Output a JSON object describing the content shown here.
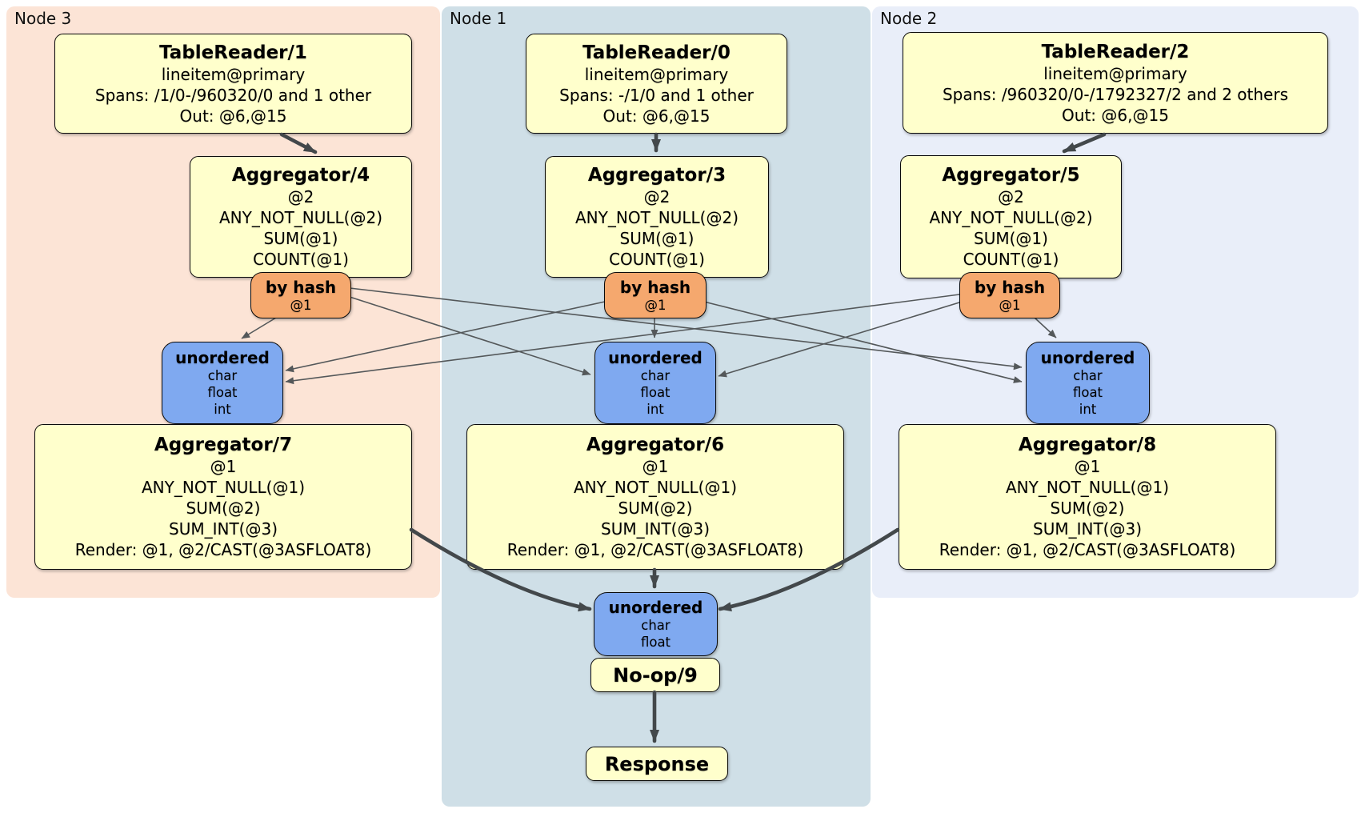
{
  "panels": {
    "node3": {
      "label": "Node 3",
      "color": "#fce4d6"
    },
    "node1": {
      "label": "Node 1",
      "color": "#cfdfe7"
    },
    "node2": {
      "label": "Node 2",
      "color": "#e9eef9"
    }
  },
  "boxes": {
    "tablereader1": {
      "title": "TableReader/1",
      "lines": [
        "lineitem@primary",
        "Spans: /1/0-/960320/0 and 1 other",
        "Out: @6,@15"
      ]
    },
    "tablereader0": {
      "title": "TableReader/0",
      "lines": [
        "lineitem@primary",
        "Spans: -/1/0 and 1 other",
        "Out: @6,@15"
      ]
    },
    "tablereader2": {
      "title": "TableReader/2",
      "lines": [
        "lineitem@primary",
        "Spans: /960320/0-/1792327/2 and 2 others",
        "Out: @6,@15"
      ]
    },
    "aggregator4": {
      "title": "Aggregator/4",
      "lines": [
        "@2",
        "ANY_NOT_NULL(@2)",
        "SUM(@1)",
        "COUNT(@1)"
      ]
    },
    "aggregator3": {
      "title": "Aggregator/3",
      "lines": [
        "@2",
        "ANY_NOT_NULL(@2)",
        "SUM(@1)",
        "COUNT(@1)"
      ]
    },
    "aggregator5": {
      "title": "Aggregator/5",
      "lines": [
        "@2",
        "ANY_NOT_NULL(@2)",
        "SUM(@1)",
        "COUNT(@1)"
      ]
    },
    "byhash3": {
      "title": "by hash",
      "lines": [
        "@1"
      ]
    },
    "byhash1": {
      "title": "by hash",
      "lines": [
        "@1"
      ]
    },
    "byhash2": {
      "title": "by hash",
      "lines": [
        "@1"
      ]
    },
    "unordered3": {
      "title": "unordered",
      "lines": [
        "char",
        "float",
        "int"
      ]
    },
    "unordered1": {
      "title": "unordered",
      "lines": [
        "char",
        "float",
        "int"
      ]
    },
    "unordered2": {
      "title": "unordered",
      "lines": [
        "char",
        "float",
        "int"
      ]
    },
    "aggregator7": {
      "title": "Aggregator/7",
      "lines": [
        "@1",
        "ANY_NOT_NULL(@1)",
        "SUM(@2)",
        "SUM_INT(@3)",
        "Render: @1, @2/CAST(@3ASFLOAT8)"
      ]
    },
    "aggregator6": {
      "title": "Aggregator/6",
      "lines": [
        "@1",
        "ANY_NOT_NULL(@1)",
        "SUM(@2)",
        "SUM_INT(@3)",
        "Render: @1, @2/CAST(@3ASFLOAT8)"
      ]
    },
    "aggregator8": {
      "title": "Aggregator/8",
      "lines": [
        "@1",
        "ANY_NOT_NULL(@1)",
        "SUM(@2)",
        "SUM_INT(@3)",
        "Render: @1, @2/CAST(@3ASFLOAT8)"
      ]
    },
    "unorderedFinal": {
      "title": "unordered",
      "lines": [
        "char",
        "float"
      ]
    },
    "noop9": {
      "title": "No-op/9"
    },
    "response": {
      "title": "Response"
    }
  },
  "edges": [
    {
      "from": "tablereader1",
      "to": "aggregator4",
      "style": "thick"
    },
    {
      "from": "tablereader0",
      "to": "aggregator3",
      "style": "thick"
    },
    {
      "from": "tablereader2",
      "to": "aggregator5",
      "style": "thick"
    },
    {
      "from": "byhash3",
      "to": "unordered3",
      "style": "thin"
    },
    {
      "from": "byhash3",
      "to": "unordered1",
      "style": "thin"
    },
    {
      "from": "byhash3",
      "to": "unordered2",
      "style": "thin"
    },
    {
      "from": "byhash1",
      "to": "unordered3",
      "style": "thin"
    },
    {
      "from": "byhash1",
      "to": "unordered1",
      "style": "thin"
    },
    {
      "from": "byhash1",
      "to": "unordered2",
      "style": "thin"
    },
    {
      "from": "byhash2",
      "to": "unordered3",
      "style": "thin"
    },
    {
      "from": "byhash2",
      "to": "unordered1",
      "style": "thin"
    },
    {
      "from": "byhash2",
      "to": "unordered2",
      "style": "thin"
    },
    {
      "from": "aggregator7",
      "to": "unorderedFinal",
      "style": "thick"
    },
    {
      "from": "aggregator6",
      "to": "unorderedFinal",
      "style": "thick"
    },
    {
      "from": "aggregator8",
      "to": "unorderedFinal",
      "style": "thick"
    },
    {
      "from": "noop9",
      "to": "response",
      "style": "thick"
    }
  ],
  "colors": {
    "processor_fill": "#ffffcc",
    "router_fill": "#f5a86e",
    "sync_fill": "#7fa9f0",
    "thick_edge": "#43484b",
    "thin_edge": "#54585a",
    "border": "#0a0a0a"
  }
}
